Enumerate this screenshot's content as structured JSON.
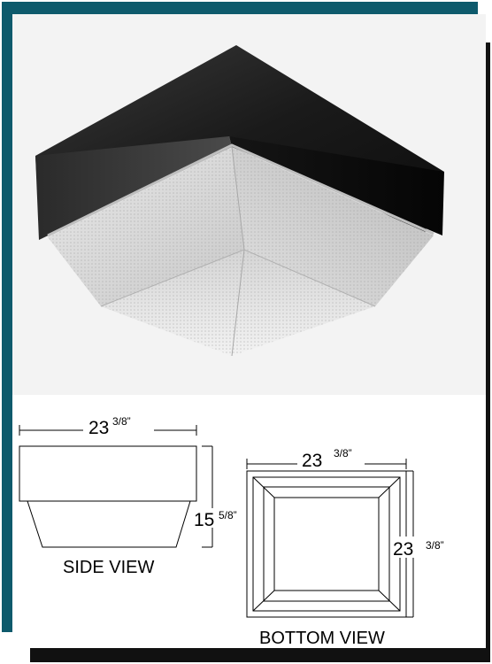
{
  "side_view": {
    "width_whole": "23",
    "width_fraction": "3/8”",
    "height_whole": "15",
    "height_fraction": "5/8”",
    "caption": "SIDE VIEW"
  },
  "bottom_view": {
    "width_whole": "23",
    "width_fraction": "3/8”",
    "depth_whole": "23",
    "depth_fraction": "3/8”",
    "caption": "BOTTOM VIEW"
  },
  "colors": {
    "frame": "#0e5a6c",
    "shadow": "#111111",
    "fixture_housing": "#1d1d1d",
    "lens": "#dcdcdc"
  },
  "icons": {
    "photo": "ceiling-light-fixture-photo"
  }
}
